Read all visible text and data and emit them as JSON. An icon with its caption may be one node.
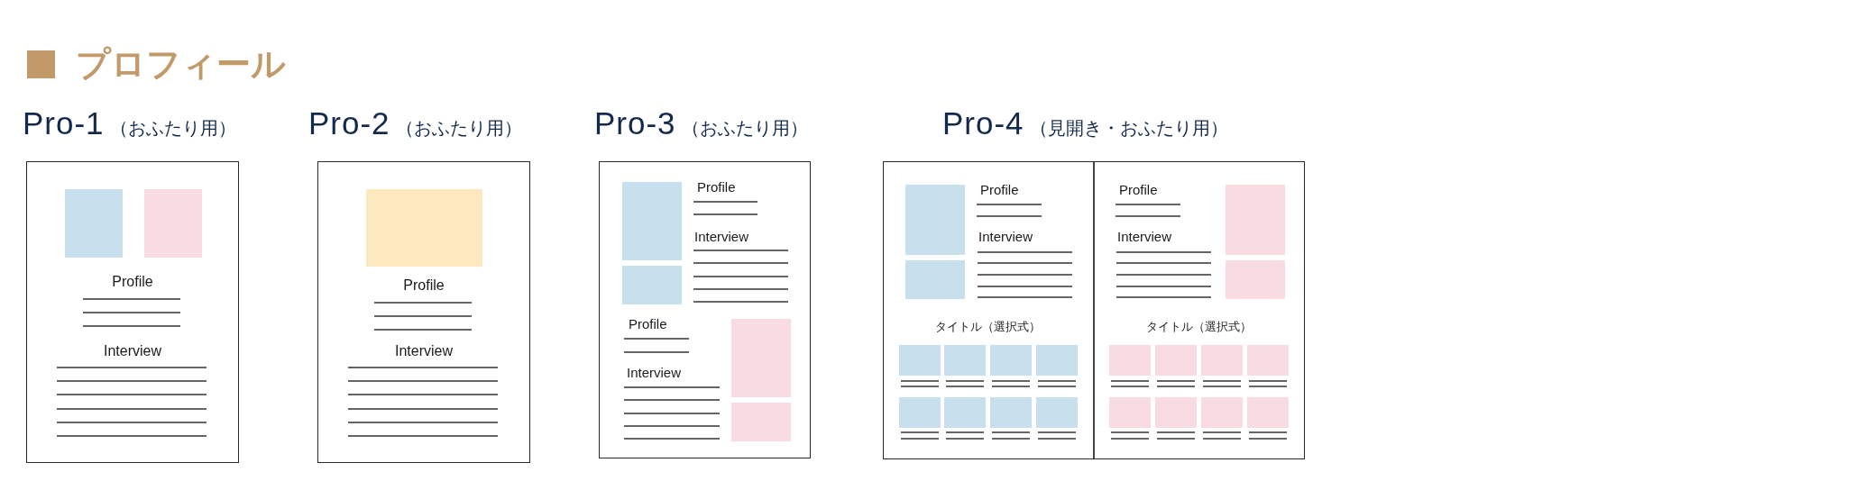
{
  "diagram": {
    "title": "プロフィール",
    "nodes": [
      {
        "text": [
          "Pro-1",
          "（おふたり用）",
          "Profile",
          "Interview"
        ]
      },
      {
        "text": [
          "Pro-2",
          "（おふたり用）",
          "Profile",
          "Interview"
        ]
      },
      {
        "text": [
          "Pro-3",
          "（おふたり用）",
          "Profile",
          "Interview",
          "Profile",
          "Interview"
        ]
      },
      {
        "text": [
          "Pro-4",
          "（見開き・おふたり用）"
        ]
      },
      {
        "text": [
          "Profile",
          "Interview",
          "タイトル（選択式）"
        ],
        "in": 3
      },
      {
        "text": [
          "Profile",
          "Interview",
          "タイトル（選択式）"
        ],
        "in": 3
      }
    ]
  }
}
